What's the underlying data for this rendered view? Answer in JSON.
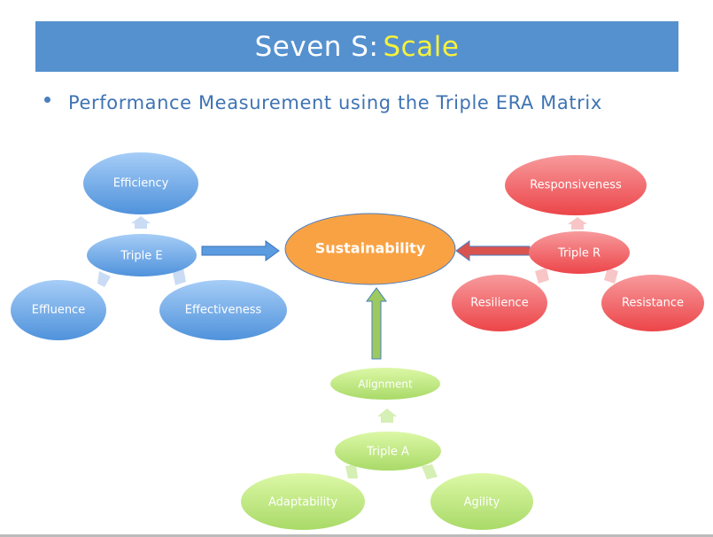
{
  "title": {
    "prefix": "Seven S: ",
    "highlight": "Scale"
  },
  "bullet": "Performance Measurement using the Triple ERA Matrix",
  "colors": {
    "header": "#5591cf",
    "highlight": "#f6f23a",
    "blue": "#5b9be0",
    "red": "#f0575a",
    "green": "#b6e27a",
    "orange": "#f9a244"
  },
  "nodes": {
    "sustainability": "Sustainability",
    "triple_e": {
      "center": "Triple E",
      "top": "Efficiency",
      "left": "Effluence",
      "right": "Effectiveness"
    },
    "triple_r": {
      "center": "Triple R",
      "top": "Responsiveness",
      "left": "Resilience",
      "right": "Resistance"
    },
    "triple_a": {
      "center": "Triple A",
      "top": "Alignment",
      "left": "Adaptability",
      "right": "Agility"
    }
  }
}
